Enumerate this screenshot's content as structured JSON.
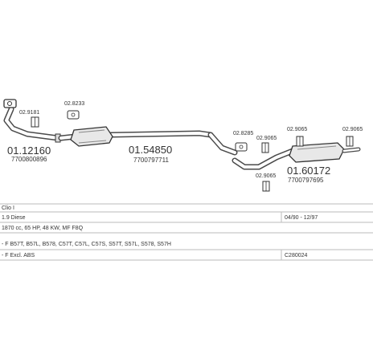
{
  "parts": {
    "front_pipe": {
      "part_number": "01.12160",
      "ref": "7700800896"
    },
    "middle_silencer": {
      "part_number": "01.54850",
      "ref": "7700797711"
    },
    "rear_silencer": {
      "part_number": "01.60172",
      "ref": "7700797695"
    }
  },
  "clamps": {
    "c1": "02.9181",
    "c2": "02.8233",
    "c3": "02.8285",
    "c4": "02.9065",
    "c5": "02.9065",
    "c6": "02.9065",
    "c7": "02.9065"
  },
  "info_rows": [
    {
      "left": "Clio I",
      "right": ""
    },
    {
      "left": "1.9 Diese",
      "right": "04/90 - 12/97"
    },
    {
      "left": "1870 cc, 65 HP, 48 KW, MF F8Q",
      "right": ""
    },
    {
      "left": "- F B57T, B57L, B578, C57T, C57L, C57S, S57T, S57L, S578, S57H",
      "right": ""
    },
    {
      "left": "- F Excl. ABS",
      "right": "C280024"
    }
  ]
}
